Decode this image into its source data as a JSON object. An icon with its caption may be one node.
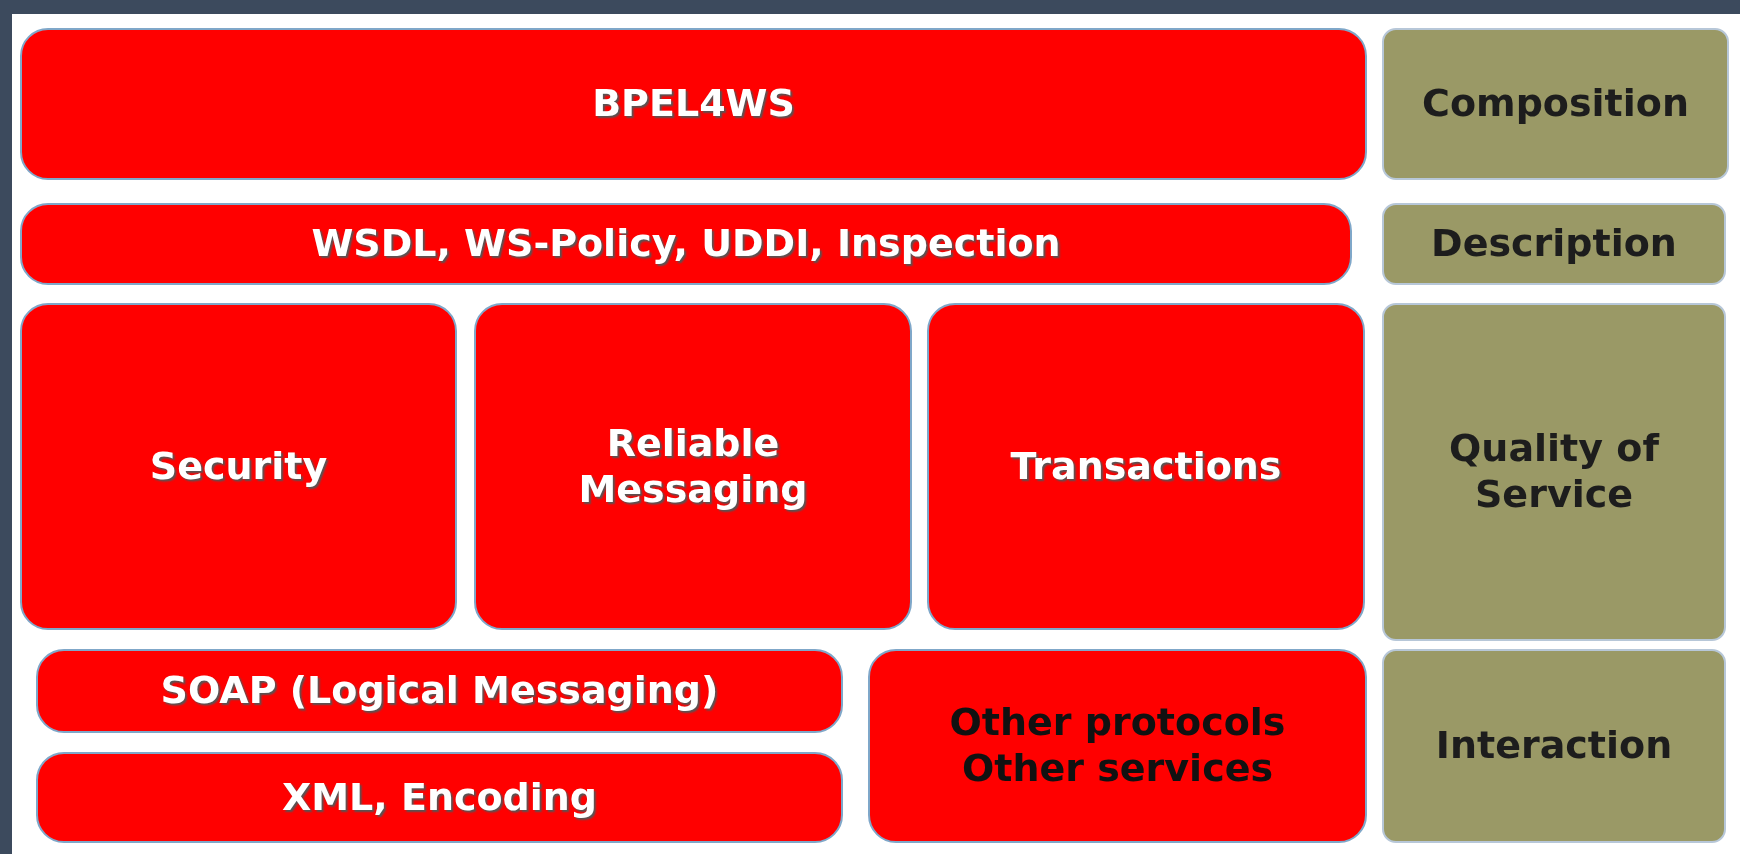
{
  "diagram": {
    "nodes": [
      {
        "text": [
          "BPEL4WS"
        ]
      },
      {
        "text": [
          "Composition"
        ]
      },
      {
        "text": [
          "WSDL, WS-Policy, UDDI, Inspection"
        ]
      },
      {
        "text": [
          "Description"
        ]
      },
      {
        "text": [
          "Security"
        ]
      },
      {
        "text": [
          "Reliable Messaging"
        ]
      },
      {
        "text": [
          "Transactions"
        ]
      },
      {
        "text": [
          "Quality of Service"
        ]
      },
      {
        "text": [
          "SOAP (Logical Messaging)"
        ]
      },
      {
        "text": [
          "Other protocols Other services"
        ]
      },
      {
        "text": [
          "XML, Encoding"
        ]
      },
      {
        "text": [
          "Interaction"
        ]
      }
    ]
  }
}
